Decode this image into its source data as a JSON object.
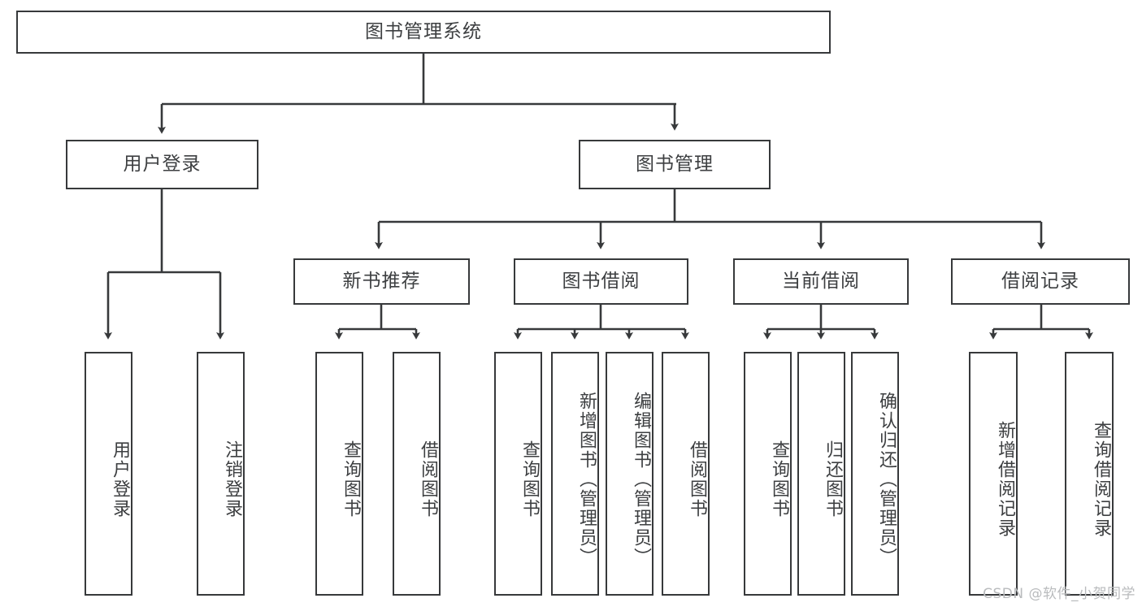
{
  "diagram": {
    "title": "图书管理系统",
    "type": "tree-hierarchy",
    "watermark": "CSDN @软件_小贺同学",
    "root": {
      "id": "root",
      "label": "图书管理系统"
    },
    "level1": [
      {
        "id": "user-login",
        "label": "用户登录"
      },
      {
        "id": "book-manage",
        "label": "图书管理"
      }
    ],
    "level2": [
      {
        "id": "new-book-rec",
        "label": "新书推荐",
        "parent": "book-manage"
      },
      {
        "id": "book-borrow",
        "label": "图书借阅",
        "parent": "book-manage"
      },
      {
        "id": "current-borrow",
        "label": "当前借阅",
        "parent": "book-manage"
      },
      {
        "id": "borrow-record",
        "label": "借阅记录",
        "parent": "book-manage"
      }
    ],
    "leaves": [
      {
        "id": "leaf-user-login",
        "label": "用户登录",
        "parent": "user-login"
      },
      {
        "id": "leaf-user-logout",
        "label": "注销登录",
        "parent": "user-login"
      },
      {
        "id": "leaf-rec-query",
        "label": "查询图书",
        "parent": "new-book-rec"
      },
      {
        "id": "leaf-rec-borrow",
        "label": "借阅图书",
        "parent": "new-book-rec"
      },
      {
        "id": "leaf-borrow-query",
        "label": "查询图书",
        "parent": "book-borrow"
      },
      {
        "id": "leaf-borrow-add",
        "label": "新增图书（管理员）",
        "parent": "book-borrow"
      },
      {
        "id": "leaf-borrow-edit",
        "label": "编辑图书（管理员）",
        "parent": "book-borrow"
      },
      {
        "id": "leaf-borrow-do",
        "label": "借阅图书",
        "parent": "book-borrow"
      },
      {
        "id": "leaf-cur-query",
        "label": "查询图书",
        "parent": "current-borrow"
      },
      {
        "id": "leaf-cur-return",
        "label": "归还图书",
        "parent": "current-borrow"
      },
      {
        "id": "leaf-cur-confirm",
        "label": "确认归还（管理员）",
        "parent": "current-borrow"
      },
      {
        "id": "leaf-rec-add",
        "label": "新增借阅记录",
        "parent": "borrow-record"
      },
      {
        "id": "leaf-rec-query-rec",
        "label": "查询借阅记录",
        "parent": "borrow-record"
      }
    ],
    "colors": {
      "stroke": "#37393b",
      "text": "#3d3f41",
      "background": "#ffffff",
      "watermark": "#b9bbbd"
    }
  }
}
